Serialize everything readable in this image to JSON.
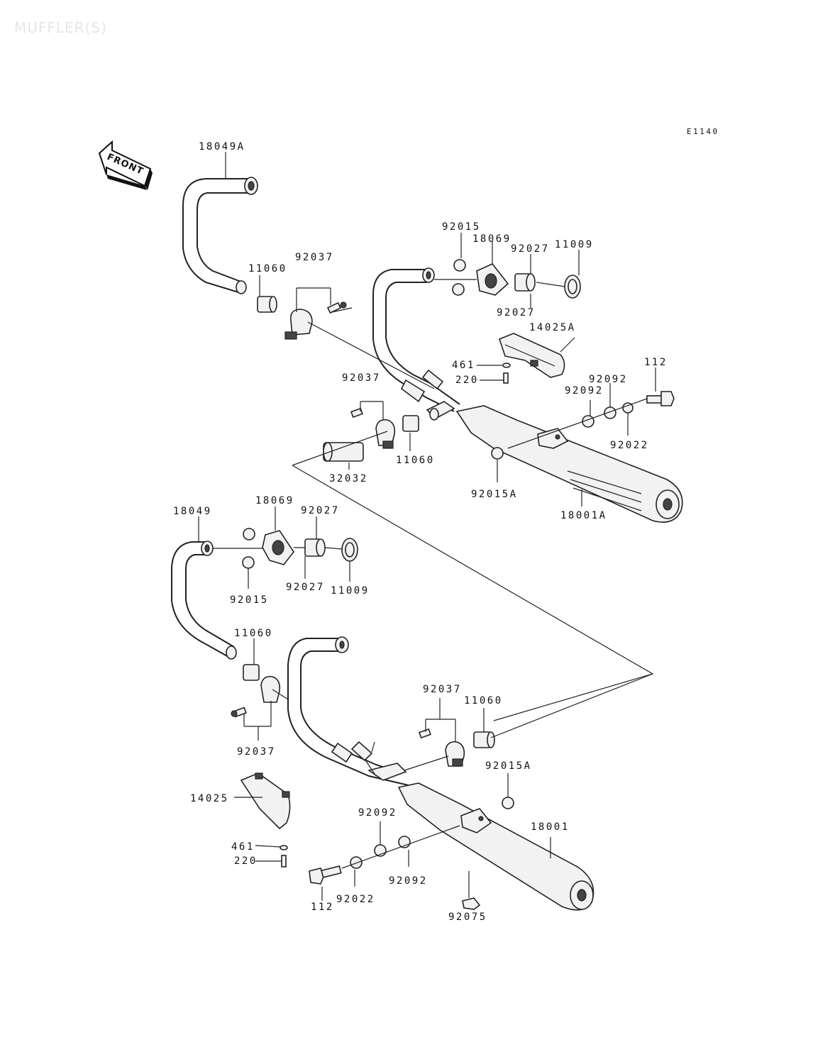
{
  "watermark": "MUFFLER(S)",
  "diagram_code": "E1140",
  "front_arrow": {
    "label": "FRONT",
    "icon": "front-arrow-icon"
  },
  "upper_assembly": {
    "labels": {
      "p18049A": "18049A",
      "p11060_a": "11060",
      "p92037_a": "92037",
      "p92015": "92015",
      "p18069": "18069",
      "p92027_a": "92027",
      "p11009": "11009",
      "p92027_b": "92027",
      "p14025A": "14025A",
      "p461": "461",
      "p220": "220",
      "p112": "112",
      "p92092_a": "92092",
      "p92092_b": "92092",
      "p92022": "92022",
      "p92037_b": "92037",
      "p11060_b": "11060",
      "p32032": "32032",
      "p92015A": "92015A",
      "p18001A": "18001A"
    }
  },
  "lower_assembly": {
    "labels": {
      "p18049": "18049",
      "p18069": "18069",
      "p92027_a": "92027",
      "p92015": "92015",
      "p92027_b": "92027",
      "p11009": "11009",
      "p11060_a": "11060",
      "p92037_a": "92037",
      "p92037_b": "92037",
      "p11060_b": "11060",
      "p92015A": "92015A",
      "p14025": "14025",
      "p92092_a": "92092",
      "p18001": "18001",
      "p461": "461",
      "p220": "220",
      "p92092_b": "92092",
      "p112": "112",
      "p92022": "92022",
      "p92075": "92075"
    }
  }
}
